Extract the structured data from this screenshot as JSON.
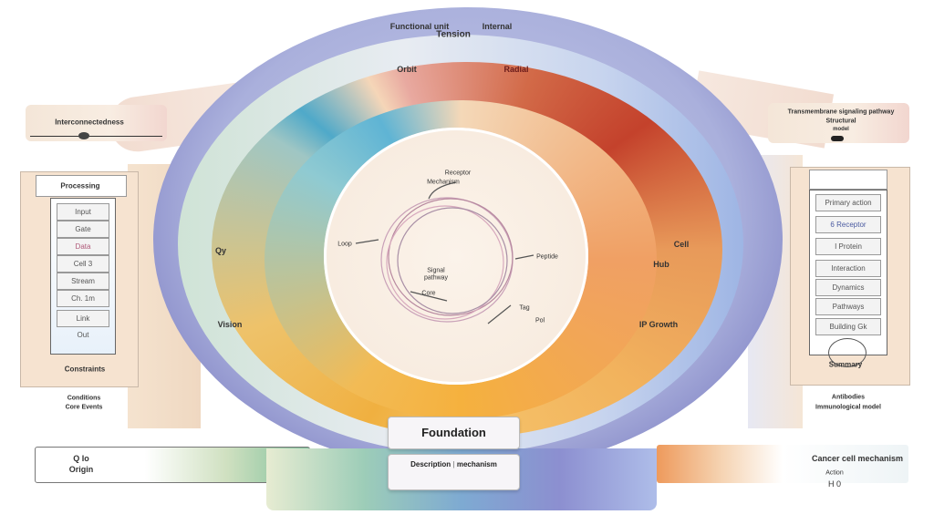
{
  "outer_ring": {
    "label_top_left": "Functional unit",
    "label_top_center": "Tension",
    "label_top_right": "Internal"
  },
  "middle_ring": {
    "label_top_left": "Orbit",
    "label_top_right": "Radial",
    "label_left": "Qy",
    "label_left_lower": "Vision",
    "label_right": "Cell",
    "label_right_mid": "Hub",
    "label_right_lower": "IP Growth"
  },
  "core": {
    "label_top1": "Receptor",
    "label_top2": "Mechanism",
    "label_left": "Loop",
    "label_right": "Peptide",
    "label_center1": "Signal",
    "label_center2": "pathway",
    "label_center3": "Core",
    "label_br1": "Tag",
    "label_br2": "Pol"
  },
  "foundation": {
    "title": "Foundation",
    "sub_left": "Description",
    "sub_right": "mechanism"
  },
  "left_bar": {
    "line1": "Q Io",
    "line2": "Origin"
  },
  "right_bar": {
    "line1": "Cancer cell mechanism",
    "line2": "Action",
    "line3": "H 0"
  },
  "left_panel": {
    "banner": "Interconnectedness",
    "header": "Processing",
    "items": [
      "Input",
      "Gate",
      "Data",
      "Cell 3",
      "Stream",
      "Ch. 1m",
      "Link",
      "Out"
    ],
    "footer": "Constraints",
    "bottom_line1": "Conditions",
    "bottom_line2": "Core Events"
  },
  "right_panel": {
    "banner_line1": "Transmembrane signaling pathway",
    "banner_line2": "Structural",
    "banner_line3": "model",
    "items": [
      "Primary action",
      "6 Receptor",
      "I Protein",
      "Interaction",
      "Dynamics",
      "Pathways",
      "Building Gk"
    ],
    "footer": "Summary",
    "bottom_line1": "Antibodies",
    "bottom_line2": "Immunological model"
  }
}
